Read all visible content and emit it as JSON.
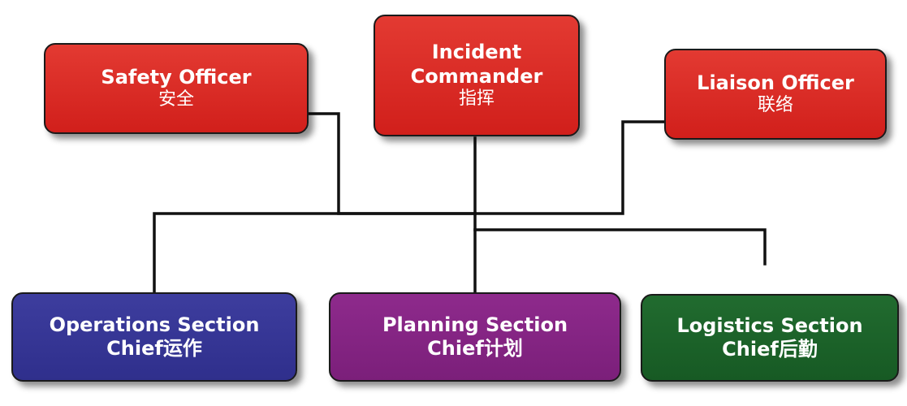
{
  "nodes": {
    "safety": {
      "title": "Safety Officer",
      "subtitle": "安全",
      "color": "#d9241f"
    },
    "incident": {
      "title_line1": "Incident",
      "title_line2": "Commander",
      "subtitle": "指挥",
      "color": "#d9241f"
    },
    "liaison": {
      "title": "Liaison Officer",
      "subtitle": "联络",
      "color": "#d9241f"
    },
    "operations": {
      "title_line1": "Operations Section",
      "title_line2": "Chief运作",
      "color": "#353594"
    },
    "planning": {
      "title_line1": "Planning Section",
      "title_line2": "Chief计划",
      "color": "#842584"
    },
    "logistics": {
      "title_line1": "Logistics Section",
      "title_line2": "Chief后勤",
      "color": "#1d622a"
    }
  },
  "connector_color": "#111111"
}
